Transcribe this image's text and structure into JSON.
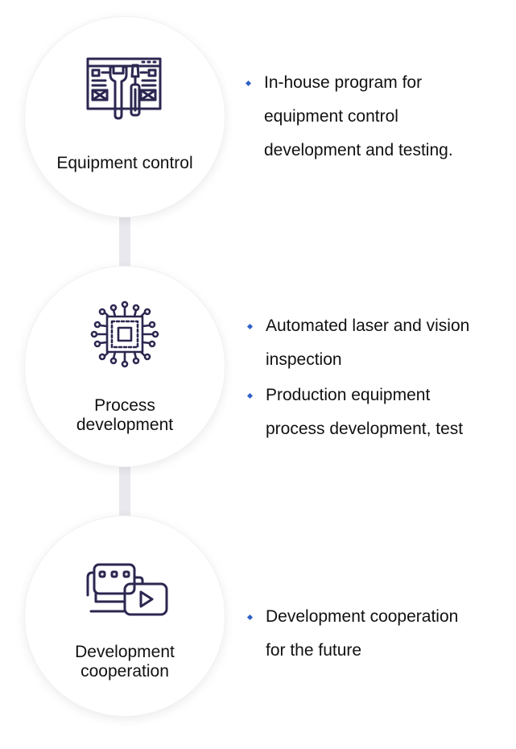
{
  "icon_color": "#2b2750",
  "accent_color": "#2e62c8",
  "items": [
    {
      "title": "Equipment control",
      "icon": "tools-window-icon",
      "bullets": [
        "In-house program for\nequipment control\ndevelopment and testing."
      ]
    },
    {
      "title": "Process\ndevelopment",
      "icon": "processor-chip-icon",
      "bullets": [
        "Automated laser and vision\ninspection",
        "Production equipment\nprocess development, test"
      ]
    },
    {
      "title": "Development\ncooperation",
      "icon": "robot-video-icon",
      "bullets": [
        "Development cooperation\nfor the future"
      ]
    }
  ]
}
